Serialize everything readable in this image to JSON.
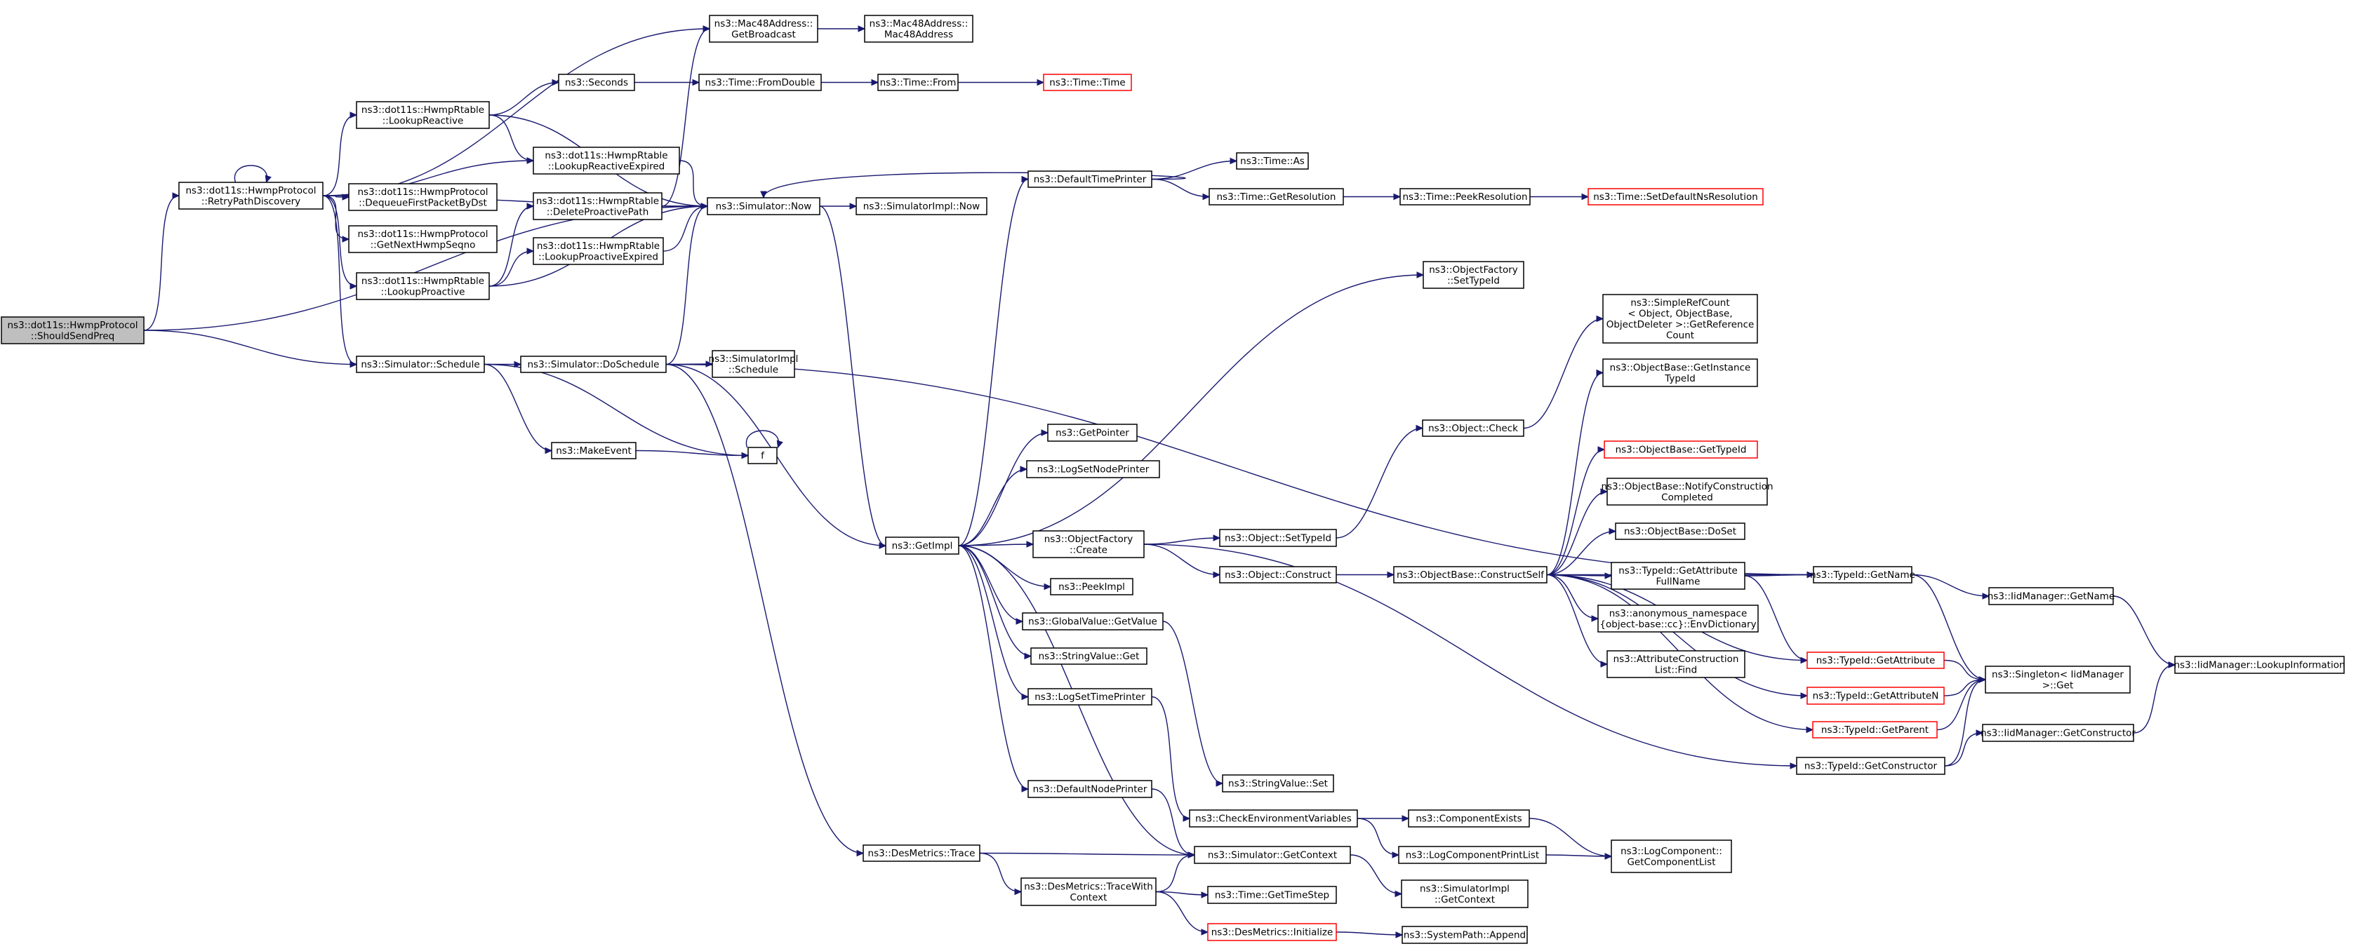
{
  "colors": {
    "edge": "#191970",
    "node_border": "#000000",
    "node_border_truncated": "#ff0000",
    "node_fill": "#ffffff",
    "root_fill": "#bfbfbf"
  },
  "nodes": [
    {
      "id": "root",
      "lines": [
        "ns3::dot11s::HwmpProtocol",
        "::ShouldSendPreq"
      ],
      "root": true
    },
    {
      "id": "retry",
      "lines": [
        "ns3::dot11s::HwmpProtocol",
        "::RetryPathDiscovery"
      ]
    },
    {
      "id": "mac_bc",
      "lines": [
        "ns3::Mac48Address::",
        "GetBroadcast"
      ]
    },
    {
      "id": "mac_ctor",
      "lines": [
        "ns3::Mac48Address::",
        "Mac48Address"
      ]
    },
    {
      "id": "lookupreactive",
      "lines": [
        "ns3::dot11s::HwmpRtable",
        "::LookupReactive"
      ]
    },
    {
      "id": "seconds",
      "lines": [
        "ns3::Seconds"
      ]
    },
    {
      "id": "fromdouble",
      "lines": [
        "ns3::Time::FromDouble"
      ]
    },
    {
      "id": "timefrom",
      "lines": [
        "ns3::Time::From"
      ]
    },
    {
      "id": "timetime",
      "lines": [
        "ns3::Time::Time"
      ],
      "truncated": true
    },
    {
      "id": "lre",
      "lines": [
        "ns3::dot11s::HwmpRtable",
        "::LookupReactiveExpired"
      ]
    },
    {
      "id": "dequeue",
      "lines": [
        "ns3::dot11s::HwmpProtocol",
        "::DequeueFirstPacketByDst"
      ]
    },
    {
      "id": "delproactive",
      "lines": [
        "ns3::dot11s::HwmpRtable",
        "::DeleteProactivePath"
      ]
    },
    {
      "id": "simnow",
      "lines": [
        "ns3::Simulator::Now"
      ]
    },
    {
      "id": "simimplnow",
      "lines": [
        "ns3::SimulatorImpl::Now"
      ]
    },
    {
      "id": "defaulttp",
      "lines": [
        "ns3::DefaultTimePrinter"
      ]
    },
    {
      "id": "timeas",
      "lines": [
        "ns3::Time::As"
      ]
    },
    {
      "id": "getres",
      "lines": [
        "ns3::Time::GetResolution"
      ]
    },
    {
      "id": "peekres",
      "lines": [
        "ns3::Time::PeekResolution"
      ]
    },
    {
      "id": "setdefres",
      "lines": [
        "ns3::Time::SetDefaultNsResolution"
      ],
      "truncated": true
    },
    {
      "id": "getnextseq",
      "lines": [
        "ns3::dot11s::HwmpProtocol",
        "::GetNextHwmpSeqno"
      ]
    },
    {
      "id": "lookupproactive",
      "lines": [
        "ns3::dot11s::HwmpRtable",
        "::LookupProactive"
      ]
    },
    {
      "id": "lpe",
      "lines": [
        "ns3::dot11s::HwmpRtable",
        "::LookupProactiveExpired"
      ]
    },
    {
      "id": "setof",
      "lines": [
        "ns3::ObjectFactory",
        "::SetTypeId"
      ]
    },
    {
      "id": "refcount",
      "lines": [
        "ns3::SimpleRefCount",
        "< Object, ObjectBase,",
        "ObjectDeleter >::GetReference",
        "Count"
      ]
    },
    {
      "id": "schedule",
      "lines": [
        "ns3::Simulator::Schedule"
      ]
    },
    {
      "id": "doschedule",
      "lines": [
        "ns3::Simulator::DoSchedule"
      ]
    },
    {
      "id": "simimplsched",
      "lines": [
        "ns3::SimulatorImpl",
        "::Schedule"
      ]
    },
    {
      "id": "getinsttid",
      "lines": [
        "ns3::ObjectBase::GetInstance",
        "TypeId"
      ]
    },
    {
      "id": "objcheck",
      "lines": [
        "ns3::Object::Check"
      ]
    },
    {
      "id": "getpointer",
      "lines": [
        "ns3::GetPointer"
      ]
    },
    {
      "id": "makeevent",
      "lines": [
        "ns3::MakeEvent"
      ]
    },
    {
      "id": "f",
      "lines": [
        "f"
      ]
    },
    {
      "id": "getobtid",
      "lines": [
        "ns3::ObjectBase::GetTypeId"
      ],
      "truncated": true
    },
    {
      "id": "lognodeprinter",
      "lines": [
        "ns3::LogSetNodePrinter"
      ]
    },
    {
      "id": "notify",
      "lines": [
        "ns3::ObjectBase::NotifyConstruction",
        "Completed"
      ]
    },
    {
      "id": "doset",
      "lines": [
        "ns3::ObjectBase::DoSet"
      ]
    },
    {
      "id": "getimpl",
      "lines": [
        "ns3::GetImpl"
      ]
    },
    {
      "id": "ofcreate",
      "lines": [
        "ns3::ObjectFactory",
        "::Create"
      ]
    },
    {
      "id": "objsettypeid",
      "lines": [
        "ns3::Object::SetTypeId"
      ]
    },
    {
      "id": "peekimpl",
      "lines": [
        "ns3::PeekImpl"
      ]
    },
    {
      "id": "objconstruct",
      "lines": [
        "ns3::Object::Construct"
      ]
    },
    {
      "id": "constructself",
      "lines": [
        "ns3::ObjectBase::ConstructSelf"
      ]
    },
    {
      "id": "attrfull",
      "lines": [
        "ns3::TypeId::GetAttribute",
        "FullName"
      ]
    },
    {
      "id": "tidgetname",
      "lines": [
        "ns3::TypeId::GetName"
      ]
    },
    {
      "id": "iidgetname",
      "lines": [
        "ns3::IidManager::GetName"
      ]
    },
    {
      "id": "globalvalue",
      "lines": [
        "ns3::GlobalValue::GetValue"
      ]
    },
    {
      "id": "envdict",
      "lines": [
        "ns3::anonymous_namespace",
        "{object-base::cc}::EnvDictionary"
      ]
    },
    {
      "id": "lookupinfo",
      "lines": [
        "ns3::IidManager::LookupInformation"
      ]
    },
    {
      "id": "stringget",
      "lines": [
        "ns3::StringValue::Get"
      ]
    },
    {
      "id": "attrfind",
      "lines": [
        "ns3::AttributeConstruction",
        "List::Find"
      ]
    },
    {
      "id": "tidgetattr",
      "lines": [
        "ns3::TypeId::GetAttribute"
      ],
      "truncated": true
    },
    {
      "id": "singleton",
      "lines": [
        "ns3::Singleton< IidManager",
        ">::Get"
      ]
    },
    {
      "id": "logtimeprinter",
      "lines": [
        "ns3::LogSetTimePrinter"
      ]
    },
    {
      "id": "tidgetattrn",
      "lines": [
        "ns3::TypeId::GetAttributeN"
      ],
      "truncated": true
    },
    {
      "id": "tidgetparent",
      "lines": [
        "ns3::TypeId::GetParent"
      ],
      "truncated": true
    },
    {
      "id": "iidgetctor",
      "lines": [
        "ns3::IidManager::GetConstructor"
      ]
    },
    {
      "id": "tidgetctor",
      "lines": [
        "ns3::TypeId::GetConstructor"
      ]
    },
    {
      "id": "stringset",
      "lines": [
        "ns3::StringValue::Set"
      ]
    },
    {
      "id": "defaultnp",
      "lines": [
        "ns3::DefaultNodePrinter"
      ]
    },
    {
      "id": "checkenv",
      "lines": [
        "ns3::CheckEnvironmentVariables"
      ]
    },
    {
      "id": "compexists",
      "lines": [
        "ns3::ComponentExists"
      ]
    },
    {
      "id": "destrace",
      "lines": [
        "ns3::DesMetrics::Trace"
      ]
    },
    {
      "id": "simgetctx",
      "lines": [
        "ns3::Simulator::GetContext"
      ]
    },
    {
      "id": "logcompprint",
      "lines": [
        "ns3::LogComponentPrintList"
      ]
    },
    {
      "id": "getcomplist",
      "lines": [
        "ns3::LogComponent::",
        "GetComponentList"
      ]
    },
    {
      "id": "tracewith",
      "lines": [
        "ns3::DesMetrics::TraceWith",
        "Context"
      ]
    },
    {
      "id": "simimplctx",
      "lines": [
        "ns3::SimulatorImpl",
        "::GetContext"
      ]
    },
    {
      "id": "gettimestep",
      "lines": [
        "ns3::Time::GetTimeStep"
      ]
    },
    {
      "id": "desinit",
      "lines": [
        "ns3::DesMetrics::Initialize"
      ],
      "truncated": true
    },
    {
      "id": "sysappend",
      "lines": [
        "ns3::SystemPath::Append"
      ]
    }
  ],
  "edges": [
    [
      "root",
      "retry"
    ],
    [
      "root",
      "simnow"
    ],
    [
      "root",
      "schedule"
    ],
    [
      "retry",
      "retry"
    ],
    [
      "retry",
      "mac_bc"
    ],
    [
      "retry",
      "lookupreactive"
    ],
    [
      "retry",
      "simnow"
    ],
    [
      "retry",
      "lre"
    ],
    [
      "retry",
      "dequeue"
    ],
    [
      "retry",
      "getnextseq"
    ],
    [
      "retry",
      "lookupproactive"
    ],
    [
      "retry",
      "schedule"
    ],
    [
      "mac_bc",
      "mac_ctor"
    ],
    [
      "lookupreactive",
      "seconds"
    ],
    [
      "lookupreactive",
      "simnow"
    ],
    [
      "lookupreactive",
      "lre"
    ],
    [
      "seconds",
      "fromdouble"
    ],
    [
      "fromdouble",
      "timefrom"
    ],
    [
      "timefrom",
      "timetime"
    ],
    [
      "lre",
      "simnow"
    ],
    [
      "delproactive",
      "mac_bc"
    ],
    [
      "delproactive",
      "simnow"
    ],
    [
      "lookupproactive",
      "delproactive"
    ],
    [
      "lookupproactive",
      "lpe"
    ],
    [
      "lookupproactive",
      "simnow"
    ],
    [
      "lpe",
      "simnow"
    ],
    [
      "simnow",
      "simimplnow"
    ],
    [
      "simnow",
      "getimpl"
    ],
    [
      "defaulttp",
      "simnow"
    ],
    [
      "defaulttp",
      "timeas"
    ],
    [
      "defaulttp",
      "getres"
    ],
    [
      "getres",
      "peekres"
    ],
    [
      "peekres",
      "setdefres"
    ],
    [
      "schedule",
      "doschedule"
    ],
    [
      "schedule",
      "makeevent"
    ],
    [
      "schedule",
      "f"
    ],
    [
      "doschedule",
      "simnow"
    ],
    [
      "doschedule",
      "simimplsched"
    ],
    [
      "doschedule",
      "getimpl"
    ],
    [
      "doschedule",
      "destrace"
    ],
    [
      "doschedule",
      "tidgetname"
    ],
    [
      "makeevent",
      "f"
    ],
    [
      "f",
      "f"
    ],
    [
      "getimpl",
      "defaulttp"
    ],
    [
      "getimpl",
      "getpointer"
    ],
    [
      "getimpl",
      "lognodeprinter"
    ],
    [
      "getimpl",
      "setof"
    ],
    [
      "getimpl",
      "ofcreate"
    ],
    [
      "getimpl",
      "peekimpl"
    ],
    [
      "getimpl",
      "globalvalue"
    ],
    [
      "getimpl",
      "stringget"
    ],
    [
      "getimpl",
      "logtimeprinter"
    ],
    [
      "getimpl",
      "defaultnp"
    ],
    [
      "getimpl",
      "simgetctx"
    ],
    [
      "ofcreate",
      "objsettypeid"
    ],
    [
      "ofcreate",
      "objconstruct"
    ],
    [
      "ofcreate",
      "tidgetctor"
    ],
    [
      "objsettypeid",
      "objcheck"
    ],
    [
      "objcheck",
      "refcount"
    ],
    [
      "objconstruct",
      "constructself"
    ],
    [
      "constructself",
      "getinsttid"
    ],
    [
      "constructself",
      "getobtid"
    ],
    [
      "constructself",
      "notify"
    ],
    [
      "constructself",
      "doset"
    ],
    [
      "constructself",
      "attrfull"
    ],
    [
      "constructself",
      "envdict"
    ],
    [
      "constructself",
      "attrfind"
    ],
    [
      "constructself",
      "tidgetattr"
    ],
    [
      "constructself",
      "tidgetattrn"
    ],
    [
      "constructself",
      "tidgetparent"
    ],
    [
      "constructself",
      "tidgetname"
    ],
    [
      "attrfull",
      "tidgetname"
    ],
    [
      "attrfull",
      "tidgetattr"
    ],
    [
      "tidgetname",
      "iidgetname"
    ],
    [
      "tidgetname",
      "singleton"
    ],
    [
      "iidgetname",
      "lookupinfo"
    ],
    [
      "tidgetattr",
      "singleton"
    ],
    [
      "tidgetattrn",
      "singleton"
    ],
    [
      "tidgetparent",
      "singleton"
    ],
    [
      "tidgetctor",
      "singleton"
    ],
    [
      "tidgetctor",
      "iidgetctor"
    ],
    [
      "iidgetctor",
      "lookupinfo"
    ],
    [
      "globalvalue",
      "stringset"
    ],
    [
      "logtimeprinter",
      "checkenv"
    ],
    [
      "checkenv",
      "compexists"
    ],
    [
      "checkenv",
      "logcompprint"
    ],
    [
      "compexists",
      "getcomplist"
    ],
    [
      "logcompprint",
      "getcomplist"
    ],
    [
      "destrace",
      "simgetctx"
    ],
    [
      "destrace",
      "tracewith"
    ],
    [
      "tracewith",
      "simgetctx"
    ],
    [
      "tracewith",
      "gettimestep"
    ],
    [
      "tracewith",
      "desinit"
    ],
    [
      "simgetctx",
      "simimplctx"
    ],
    [
      "desinit",
      "sysappend"
    ],
    [
      "defaultnp",
      "simgetctx"
    ]
  ]
}
